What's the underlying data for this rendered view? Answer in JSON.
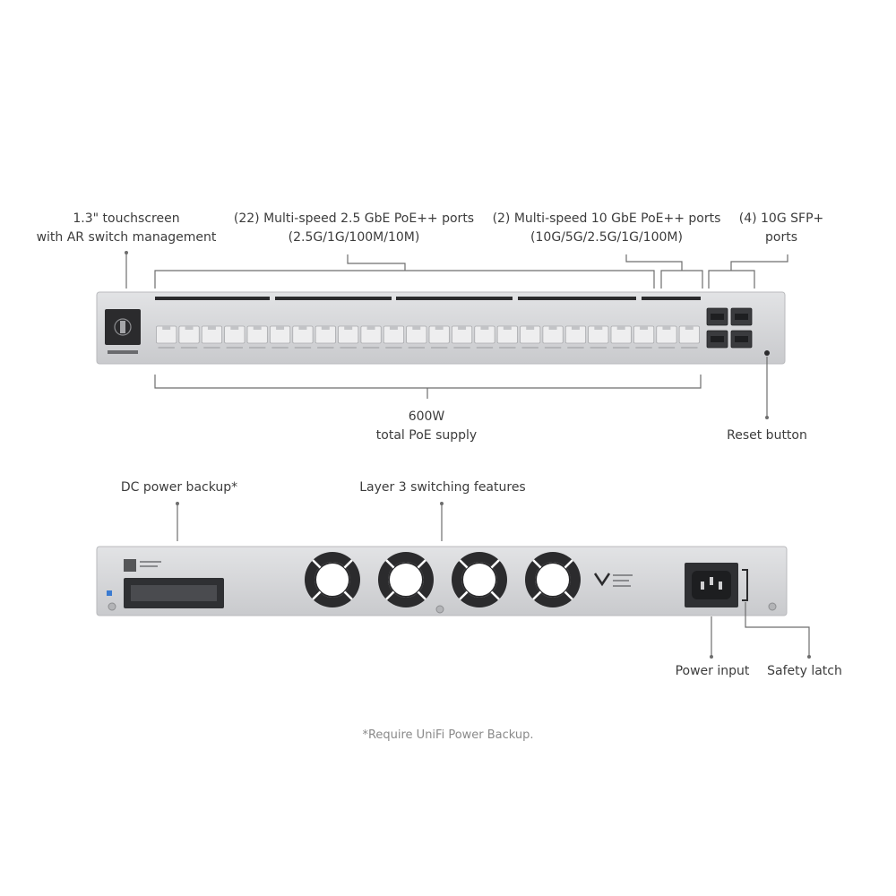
{
  "front_panel": {
    "touchscreen": {
      "line1": "1.3\" touchscreen",
      "line2": "with AR switch management"
    },
    "ports_2_5g": {
      "line1": "(22) Multi-speed 2.5 GbE PoE++ ports",
      "line2": "(2.5G/1G/100M/10M)"
    },
    "ports_10g": {
      "line1": "(2) Multi-speed 10 GbE PoE++ ports",
      "line2": "(10G/5G/2.5G/1G/100M)"
    },
    "sfp": {
      "line1": "(4) 10G SFP+",
      "line2": "ports"
    },
    "poe_supply": {
      "line1": "600W",
      "line2": "total PoE supply"
    },
    "reset": {
      "line1": "Reset button"
    },
    "rj45_port_count": 24,
    "sfp_port_count": 4
  },
  "rear_panel": {
    "dc_backup": {
      "line1": "DC power backup*"
    },
    "layer3": {
      "line1": "Layer 3 switching features"
    },
    "power_input": {
      "line1": "Power input"
    },
    "safety_latch": {
      "line1": "Safety latch"
    },
    "fan_count": 4
  },
  "footnote": "*Require UniFi Power Backup.",
  "colors": {
    "chassis": "#d6d7d9",
    "chassis_edge": "#b9babd",
    "leader": "#6d6d6d",
    "port": "#eeeeef",
    "dark": "#2b2b2d"
  }
}
